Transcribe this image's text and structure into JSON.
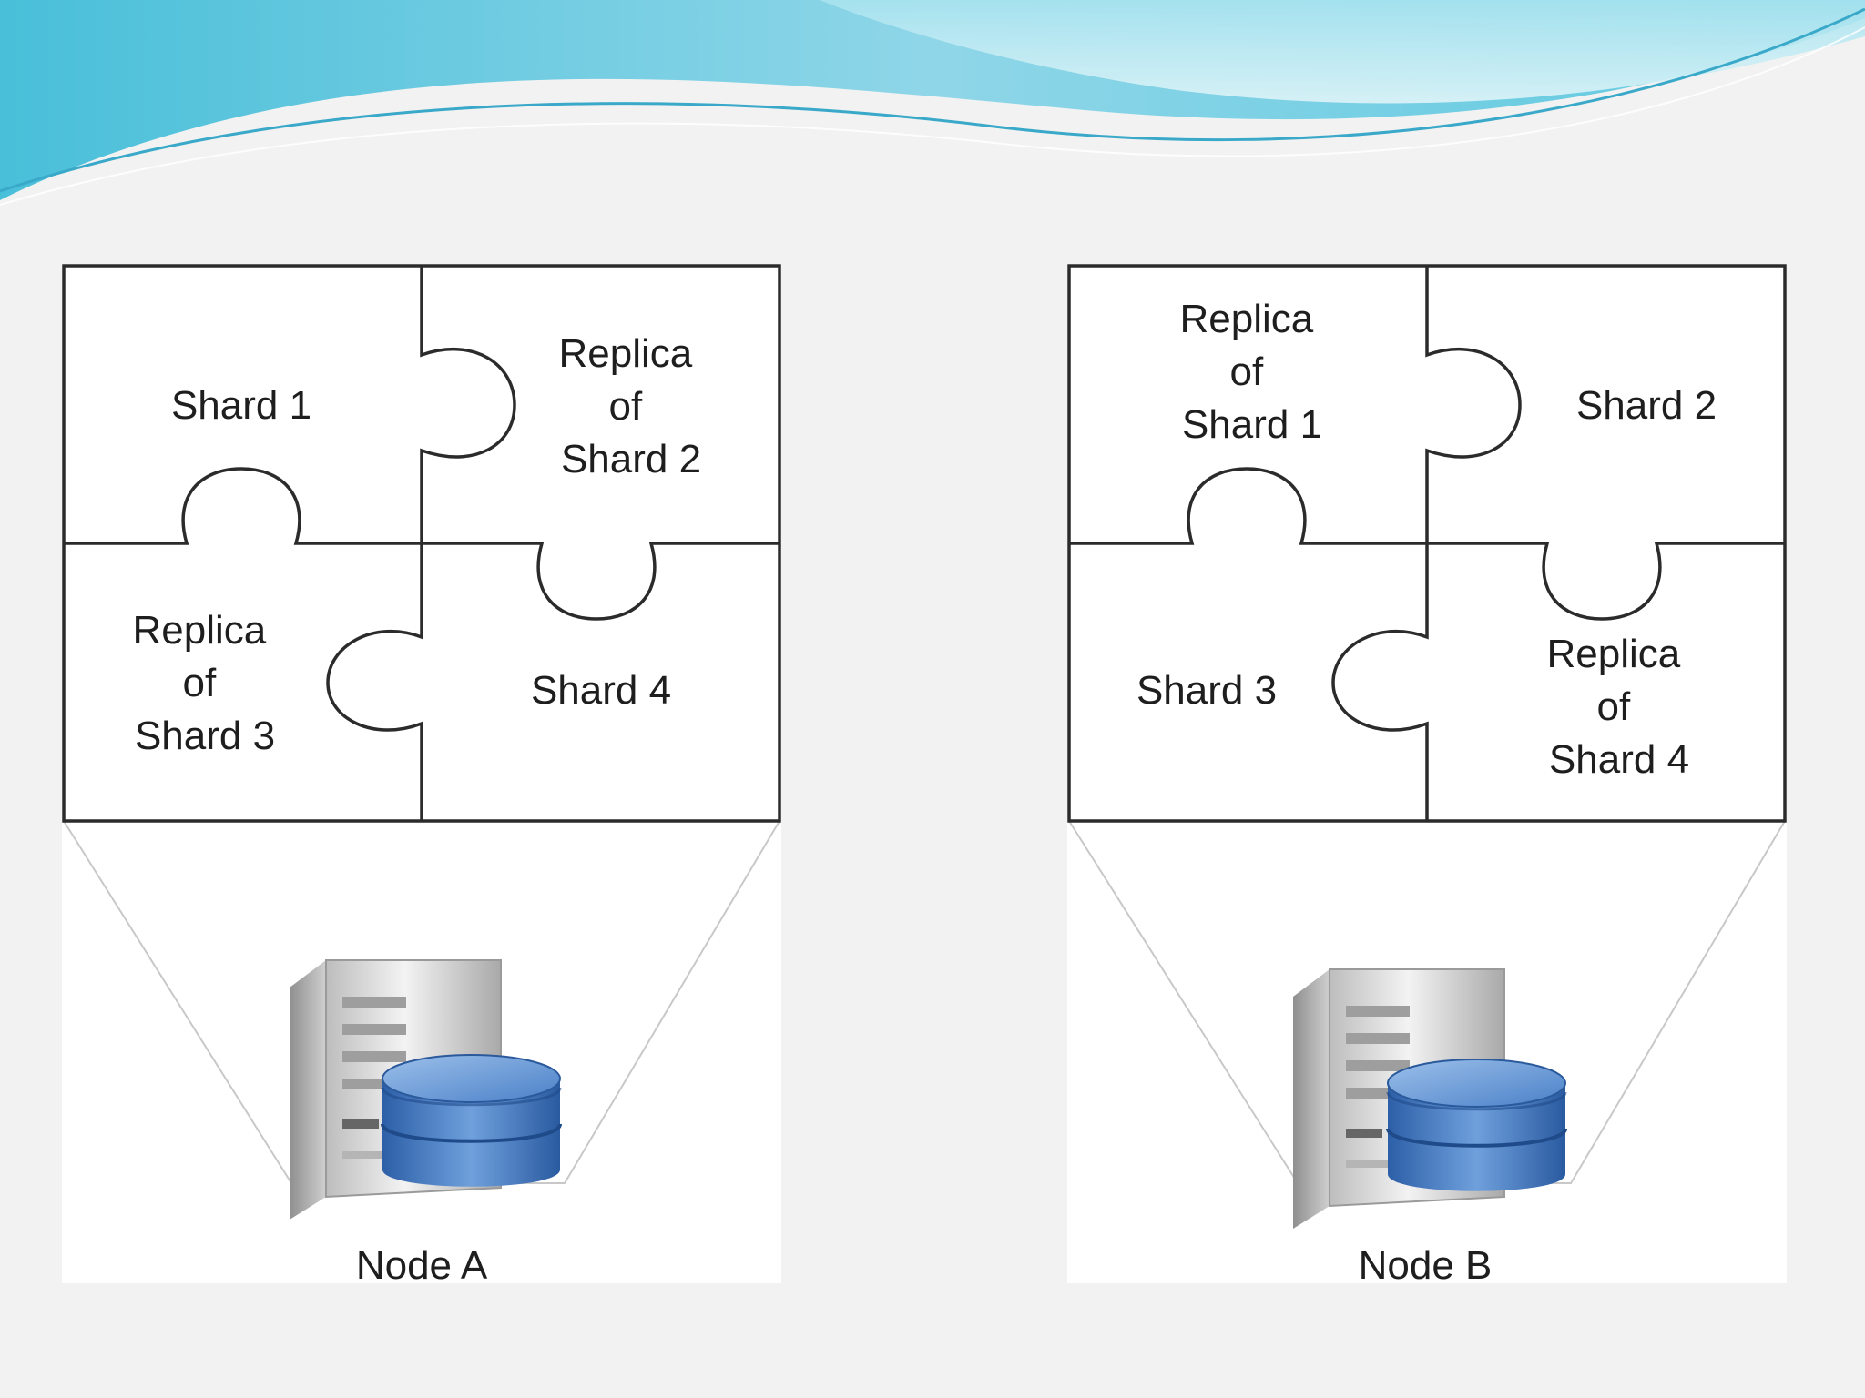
{
  "colors": {
    "banner_light": "#b9e6f2",
    "banner_mid": "#7fd3e6",
    "banner_dark": "#3fb6d2",
    "db_blue": "#3f78c4",
    "server_gray": "#d9d9d9"
  },
  "nodes": [
    {
      "label": "Node A",
      "pieces": [
        {
          "position": "top-left",
          "lines": [
            "Shard 1"
          ]
        },
        {
          "position": "top-right",
          "lines": [
            "Replica",
            "of",
            "Shard 2"
          ]
        },
        {
          "position": "bottom-left",
          "lines": [
            "Replica",
            "of",
            "Shard 3"
          ]
        },
        {
          "position": "bottom-right",
          "lines": [
            "Shard 4"
          ]
        }
      ]
    },
    {
      "label": "Node B",
      "pieces": [
        {
          "position": "top-left",
          "lines": [
            "Replica",
            "of",
            "Shard 1"
          ]
        },
        {
          "position": "top-right",
          "lines": [
            "Shard 2"
          ]
        },
        {
          "position": "bottom-left",
          "lines": [
            "Shard 3"
          ]
        },
        {
          "position": "bottom-right",
          "lines": [
            "Replica",
            "of",
            "Shard 4"
          ]
        }
      ]
    }
  ],
  "icons": [
    "server-icon",
    "database-icon"
  ]
}
